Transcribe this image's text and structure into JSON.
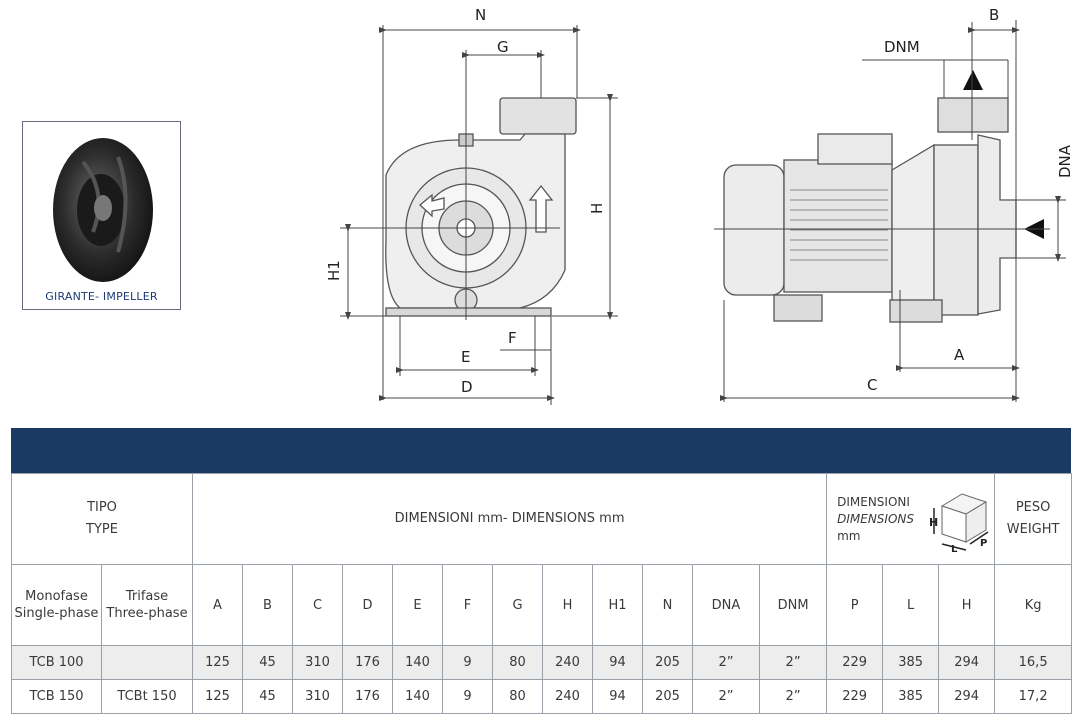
{
  "drawing": {
    "front_labels": {
      "N": "N",
      "G": "G",
      "H": "H",
      "H1": "H1",
      "F": "F",
      "E": "E",
      "D": "D"
    },
    "side_labels": {
      "B": "B",
      "DNM": "DNM",
      "DNA": "DNA",
      "A": "A",
      "C": "C"
    }
  },
  "impeller": {
    "caption": "GIRANTE- IMPELLER"
  },
  "table": {
    "tipo": "TIPO",
    "type": "TYPE",
    "dimensions_title": "DIMENSIONI mm- DIMENSIONS mm",
    "pack_dimensions": {
      "line1": "DIMENSIONI",
      "line2": "DIMENSIONS",
      "line3": "mm",
      "icon_H": "H",
      "icon_L": "L",
      "icon_P": "P"
    },
    "peso": "PESO",
    "weight": "WEIGHT",
    "monofase": "Monofase",
    "single_phase": "Single-phase",
    "trifase": "Trifase",
    "three_phase": "Three-phase",
    "columns": [
      "A",
      "B",
      "C",
      "D",
      "E",
      "F",
      "G",
      "H",
      "H1",
      "N",
      "DNA",
      "DNM",
      "P",
      "L",
      "H",
      "Kg"
    ],
    "rows": [
      {
        "mono": "TCB 100",
        "tri": "",
        "values": [
          "125",
          "45",
          "310",
          "176",
          "140",
          "9",
          "80",
          "240",
          "94",
          "205",
          "2”",
          "2”",
          "229",
          "385",
          "294",
          "16,5"
        ]
      },
      {
        "mono": "TCB 150",
        "tri": "TCBt 150",
        "values": [
          "125",
          "45",
          "310",
          "176",
          "140",
          "9",
          "80",
          "240",
          "94",
          "205",
          "2”",
          "2”",
          "229",
          "385",
          "294",
          "17,2"
        ]
      }
    ]
  }
}
